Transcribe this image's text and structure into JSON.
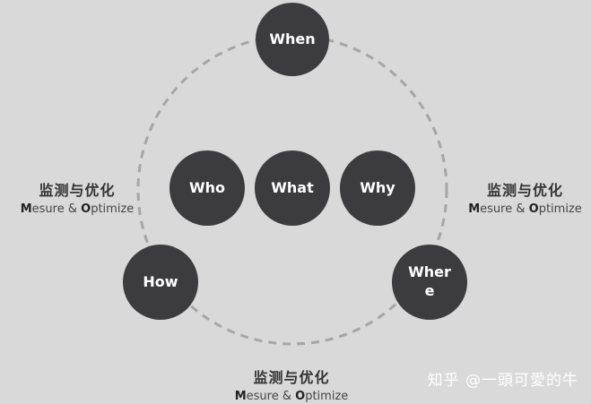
{
  "outer_nodes": {
    "when": "When",
    "how": "How",
    "where_line1": "Wher",
    "where_line2": "e"
  },
  "inner_nodes": {
    "who": "Who",
    "what": "What",
    "why": "Why"
  },
  "labels": {
    "left": {
      "cn": "监测与优化",
      "en_m": "M",
      "en_mid": "esure & ",
      "en_o": "O",
      "en_end": "ptimize"
    },
    "right": {
      "cn": "监测与优化",
      "en_m": "M",
      "en_mid": "esure & ",
      "en_o": "O",
      "en_end": "ptimize"
    },
    "bottom": {
      "cn": "监测与优化",
      "en_m": "M",
      "en_mid": "esure & ",
      "en_o": "O",
      "en_end": "ptimize"
    }
  },
  "watermark": "知乎 @一頭可愛的牛",
  "colors": {
    "background": "#d9d9d9",
    "node_fill": "#3c3c3e",
    "node_text": "#ffffff",
    "ring": "#a6a6a6"
  }
}
